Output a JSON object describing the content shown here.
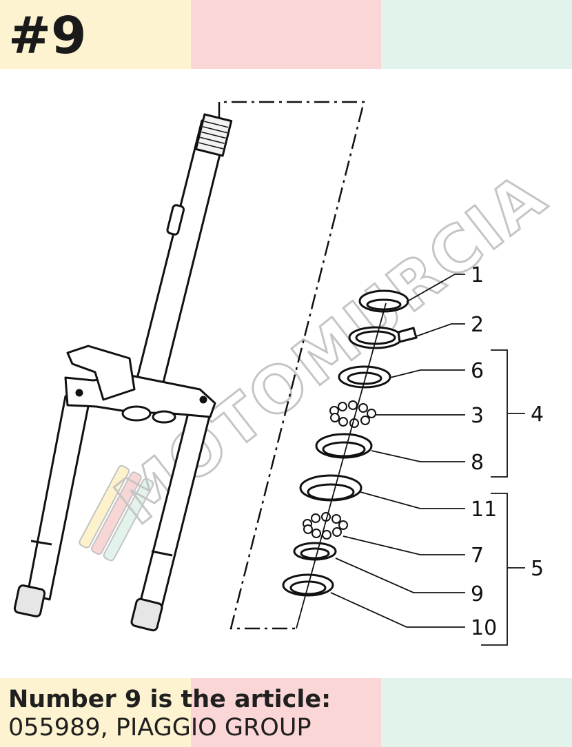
{
  "header": {
    "badge": "#9",
    "colors": {
      "yellow": "#fdf3d0",
      "pink": "#fbd6d6",
      "mint": "#e2f3ec"
    }
  },
  "diagram": {
    "watermark": "MOTOMURCIA",
    "callouts": {
      "c1": "1",
      "c2": "2",
      "c6": "6",
      "c3": "3",
      "c8": "8",
      "c11": "11",
      "c7": "7",
      "c9": "9",
      "c10": "10",
      "g4": "4",
      "g5": "5"
    }
  },
  "footer": {
    "label": "Number 9 is the article:",
    "value": "055989, PIAGGIO GROUP"
  }
}
